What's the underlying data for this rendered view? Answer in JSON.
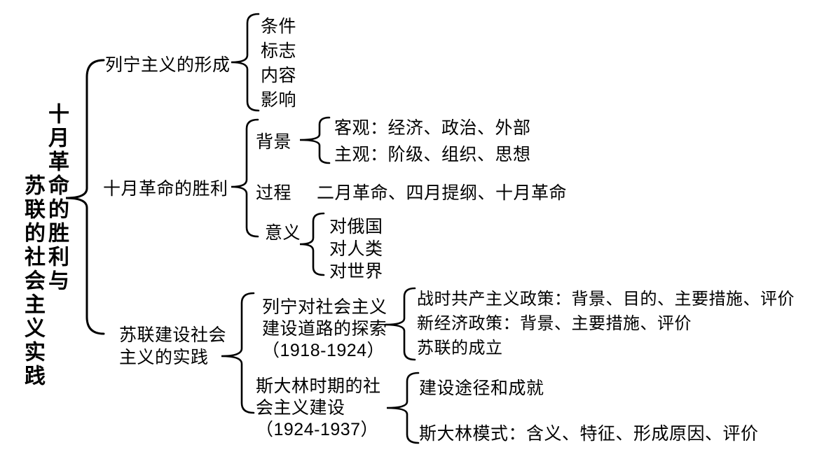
{
  "root": {
    "col1": "十月革命的胜利与",
    "col2": "苏联的社会主义实践"
  },
  "leninism": {
    "label": "列宁主义的形成",
    "children": [
      "条件",
      "标志",
      "内容",
      "影响"
    ]
  },
  "october": {
    "label": "十月革命的胜利",
    "background": {
      "label": "背景",
      "objective": "客观：经济、政治、外部",
      "subjective": "主观：阶级、组织、思想"
    },
    "process": {
      "label": "过程",
      "content": "二月革命、四月提纲、十月革命"
    },
    "significance": {
      "label": "意义",
      "children": [
        "对俄国",
        "对人类",
        "对世界"
      ]
    }
  },
  "practice": {
    "label_line1": "苏联建设社会",
    "label_line2": "主义的实践",
    "lenin": {
      "label_line1": "列宁对社会主义",
      "label_line2": "建设道路的探索",
      "label_line3": "（1918-1924）",
      "children": [
        "战时共产主义政策：背景、目的、主要措施、评价",
        "新经济政策：背景、主要措施、评价",
        "苏联的成立"
      ]
    },
    "stalin": {
      "label_line1": "斯大林时期的社",
      "label_line2": "会主义建设",
      "label_line3": "（1924-1937）",
      "children": [
        "建设途径和成就",
        "斯大林模式：含义、特征、形成原因、评价"
      ]
    }
  },
  "colors": {
    "ink": "#000000",
    "background": "#ffffff"
  }
}
